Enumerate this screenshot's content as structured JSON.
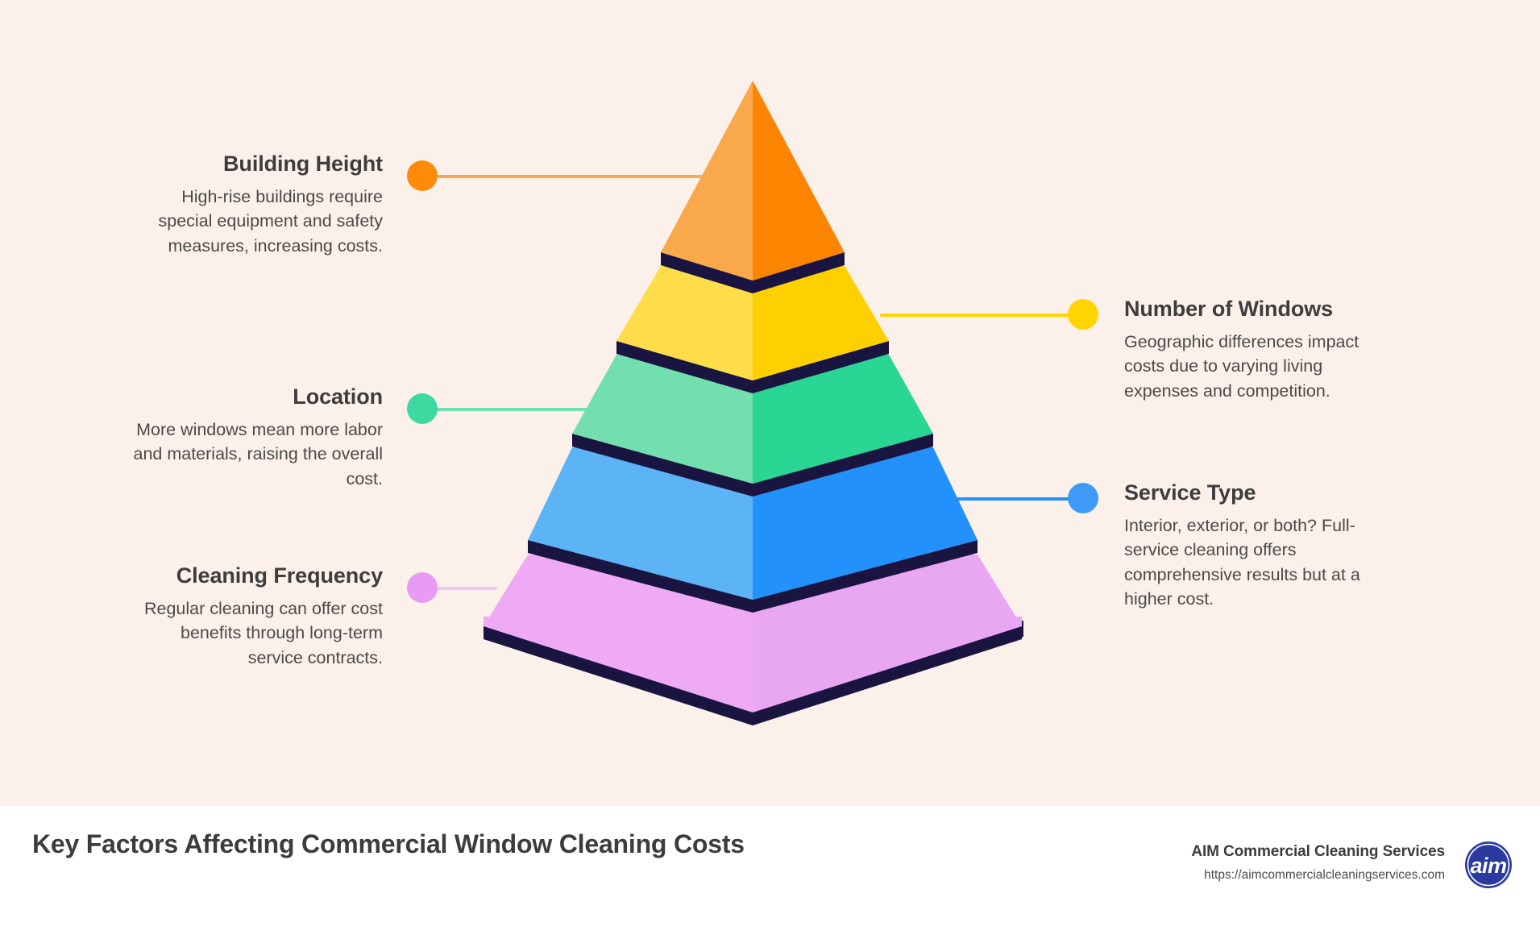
{
  "page": {
    "background_color": "#fbf1ea",
    "footer_background_color": "#ffffff",
    "separator_color": "#1a1440"
  },
  "footer": {
    "title": "Key Factors Affecting Commercial Window Cleaning Costs",
    "brand_name": "AIM Commercial Cleaning Services",
    "brand_url": "https://aimcommercialcleaningservices.com",
    "logo_text": "aim",
    "logo_color": "#2a3a9e"
  },
  "chart_data": {
    "type": "pyramid",
    "title": "Key Factors Affecting Commercial Window Cleaning Costs",
    "orientation": "apex-up",
    "levels": 5,
    "legend_position": "both-sides",
    "grid": false,
    "tiers": [
      {
        "index": 0,
        "level": "apex",
        "label": "Building Height",
        "description": "High-rise buildings require special equipment and safety measures, increasing costs.",
        "side": "left",
        "color_light": "#f9a council",
        "color_left": "#f9a council",
        "color_right": "#fb8500",
        "dot_color": "#fd8a09",
        "line_color": "#f9a94c"
      },
      {
        "index": 1,
        "label": "Number of Windows",
        "description": "Geographic differences impact costs due to varying living expenses and competition.",
        "side": "right",
        "color_left": "#ffdd4a",
        "color_right": "#ffd000",
        "dot_color": "#ffd400",
        "line_color": "#ffd400"
      },
      {
        "index": 2,
        "label": "Location",
        "description": "More windows mean more labor and materials, raising the overall cost.",
        "side": "left",
        "color_left": "#74dfae",
        "color_right": "#2ad693",
        "dot_color": "#3cd9a0",
        "line_color": "#74dfae"
      },
      {
        "index": 3,
        "label": "Service Type",
        "description": "Interior, exterior, or both? Full-service cleaning offers comprehensive results but at a higher cost.",
        "side": "right",
        "color_left": "#5cb3f5",
        "color_right": "#2291fb",
        "dot_color": "#3d9bf7",
        "line_color": "#2291fb"
      },
      {
        "index": 4,
        "level": "base",
        "label": "Cleaning Frequency",
        "description": "Regular cleaning can offer cost benefits through long-term service contracts.",
        "side": "left",
        "color_left": "#eeaaf5",
        "color_right": "#e9a6f3",
        "dot_color": "#e79bf2",
        "line_color": "#f2c7f8"
      }
    ]
  }
}
